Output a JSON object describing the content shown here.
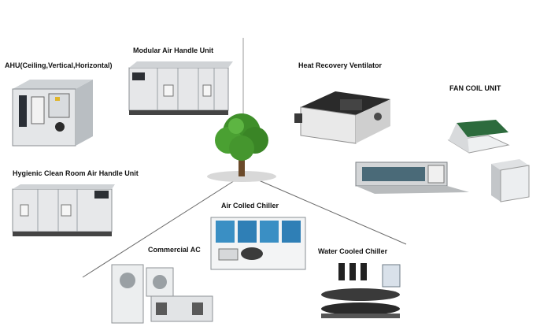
{
  "labels": {
    "ahu": "AHU(Ceiling,Vertical,Horizontal)",
    "modular_ahu": "Modular Air Handle Unit",
    "heat_recovery": "Heat Recovery Ventilator",
    "fan_coil": "FAN COIL UNIT",
    "hygienic": "Hygienic Clean Room Air Handle Unit",
    "air_chiller": "Air Colled Chiller",
    "commercial_ac": "Commercial  AC",
    "water_chiller": "Water Cooled Chiller"
  },
  "icons": {
    "center": "tree-icon"
  }
}
